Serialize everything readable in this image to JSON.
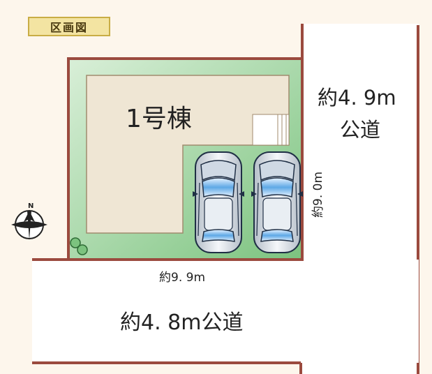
{
  "header": {
    "badge_label": "区画図"
  },
  "plot": {
    "building_label": "1号棟",
    "road_width_label": "約9. 9m",
    "depth_label": "約9. 0m"
  },
  "roads": {
    "east_width": "約4. 9m",
    "east_name": "公道",
    "south_label": "約4. 8m公道"
  },
  "icons": {
    "compass": "compass-north-icon",
    "tree": "tree-icon",
    "car": "car-icon"
  },
  "colors": {
    "boundary": "#9b4a3e",
    "lot_green": "#6fbf7a",
    "building": "#efe6d4",
    "road": "#ffffff"
  }
}
